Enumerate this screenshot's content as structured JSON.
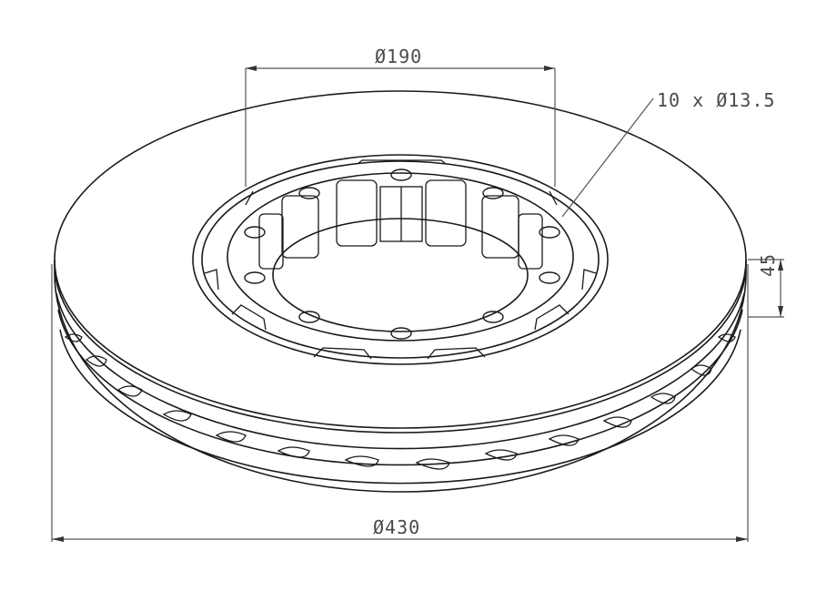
{
  "drawing": {
    "subject": "brake disc",
    "line_color": "#1a1a1a",
    "dim_color": "#555555",
    "dimensions": {
      "inner_diameter": "Ø190",
      "bolt_holes": "10 x Ø13.5",
      "thickness": "45",
      "outer_diameter": "Ø430"
    }
  }
}
